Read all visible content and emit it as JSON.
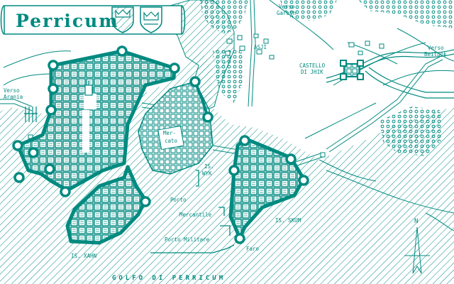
{
  "title": "Perricum",
  "colors": {
    "ink": "#008a80",
    "background": "#ffffff"
  },
  "icons": {
    "crest_left": "crown-shield-icon",
    "crest_right": "crown-shield-icon",
    "north": "north-arrow-icon",
    "castle": "castle-icon"
  },
  "labels": {
    "verso_arania_1": "Verso",
    "verso_arania_2": "Arania",
    "verso_gareth_1": "Verso",
    "verso_gareth_2": "Gareth",
    "asji": "ASJI",
    "castello_1": "CASTELLO",
    "castello_2": "DI JHIK",
    "verso_beilunk_1": "Verso",
    "verso_beilunk_2": "Beilunk",
    "mercato_1": "Mer-",
    "mercato_2": "cato",
    "is_wyk_1": "IS.",
    "is_wyk_2": "WYK",
    "porto_1": "Porto",
    "porto_2": "Mercantile",
    "porto_militare": "Porto Militare",
    "faro": "Faro",
    "is_skum": "IS. SKUM",
    "is_xahn": "IS. XAHN",
    "gulf": "GOLFO DI PERRICUM",
    "north": "N"
  }
}
